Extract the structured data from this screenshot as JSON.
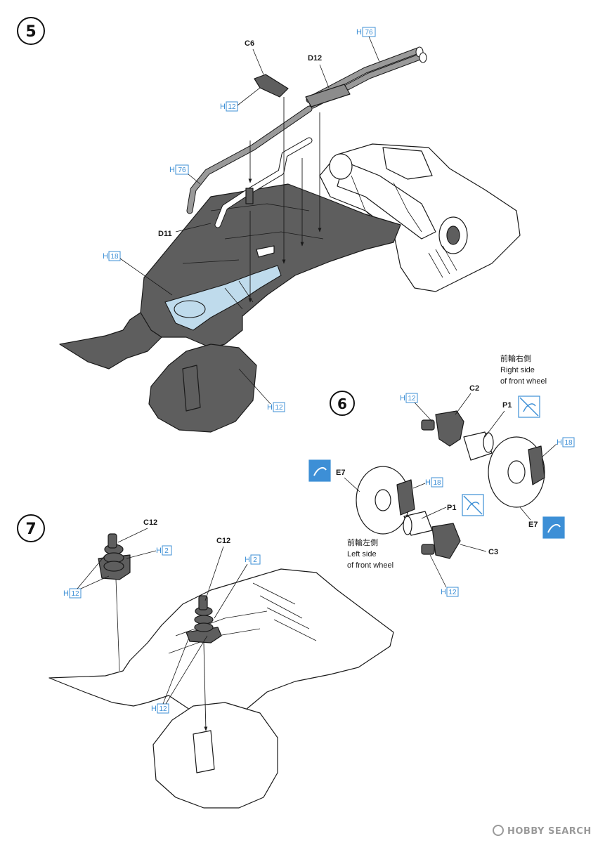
{
  "steps": [
    {
      "number": "5",
      "labels": {
        "c6": "C6",
        "d12": "D12",
        "d11": "D11"
      },
      "paint": {
        "h76_top": {
          "prefix": "H",
          "code": "76"
        },
        "h12_c6": {
          "prefix": "H",
          "code": "12"
        },
        "h76_left": {
          "prefix": "H",
          "code": "76"
        },
        "h18": {
          "prefix": "H",
          "code": "18"
        },
        "h12_bottom": {
          "prefix": "H",
          "code": "12"
        }
      }
    },
    {
      "number": "6",
      "labels": {
        "c2": "C2",
        "p1_right": "P1",
        "e7_right": "E7",
        "e7_left": "E7",
        "p1_left": "P1",
        "c3": "C3"
      },
      "notes": {
        "right_jp": "前輪右側",
        "right_en1": "Right side",
        "right_en2": "of front wheel",
        "left_jp": "前輪左側",
        "left_en1": "Left side",
        "left_en2": "of front wheel"
      },
      "paint": {
        "h12_c2": {
          "prefix": "H",
          "code": "12"
        },
        "h18_right": {
          "prefix": "H",
          "code": "18"
        },
        "h18_left": {
          "prefix": "H",
          "code": "18"
        },
        "h12_c3": {
          "prefix": "H",
          "code": "12"
        }
      }
    },
    {
      "number": "7",
      "labels": {
        "c12_left": "C12",
        "c12_right": "C12"
      },
      "paint": {
        "h2_left": {
          "prefix": "H",
          "code": "2"
        },
        "h12_left": {
          "prefix": "H",
          "code": "12"
        },
        "h2_right": {
          "prefix": "H",
          "code": "2"
        },
        "h12_right": {
          "prefix": "H",
          "code": "12"
        }
      }
    }
  ],
  "watermark": {
    "logo": "HOBBY SEARCH"
  },
  "colors": {
    "paint_code": "#3d8fd6",
    "part_dark": "#5e5e5e",
    "part_blue": "#bfdbec",
    "line": "#1a1a1a"
  }
}
